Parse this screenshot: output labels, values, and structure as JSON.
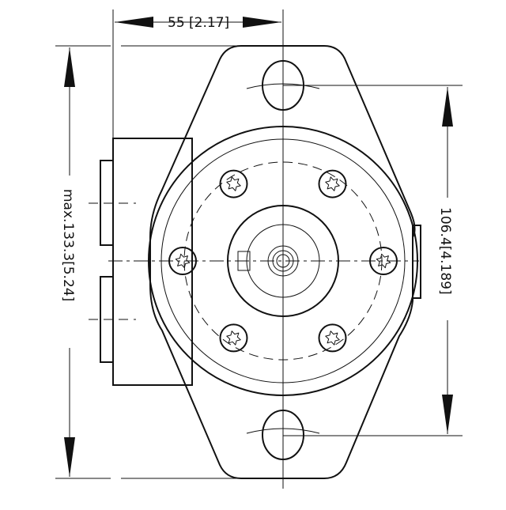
{
  "drawing": {
    "dimensions": {
      "width_label": "55 [2.17]",
      "height_label": "max.133.3[5.24]",
      "bolt_spacing_label": "106.4[4.189]"
    },
    "line_color": "#111111",
    "background": "#ffffff"
  }
}
